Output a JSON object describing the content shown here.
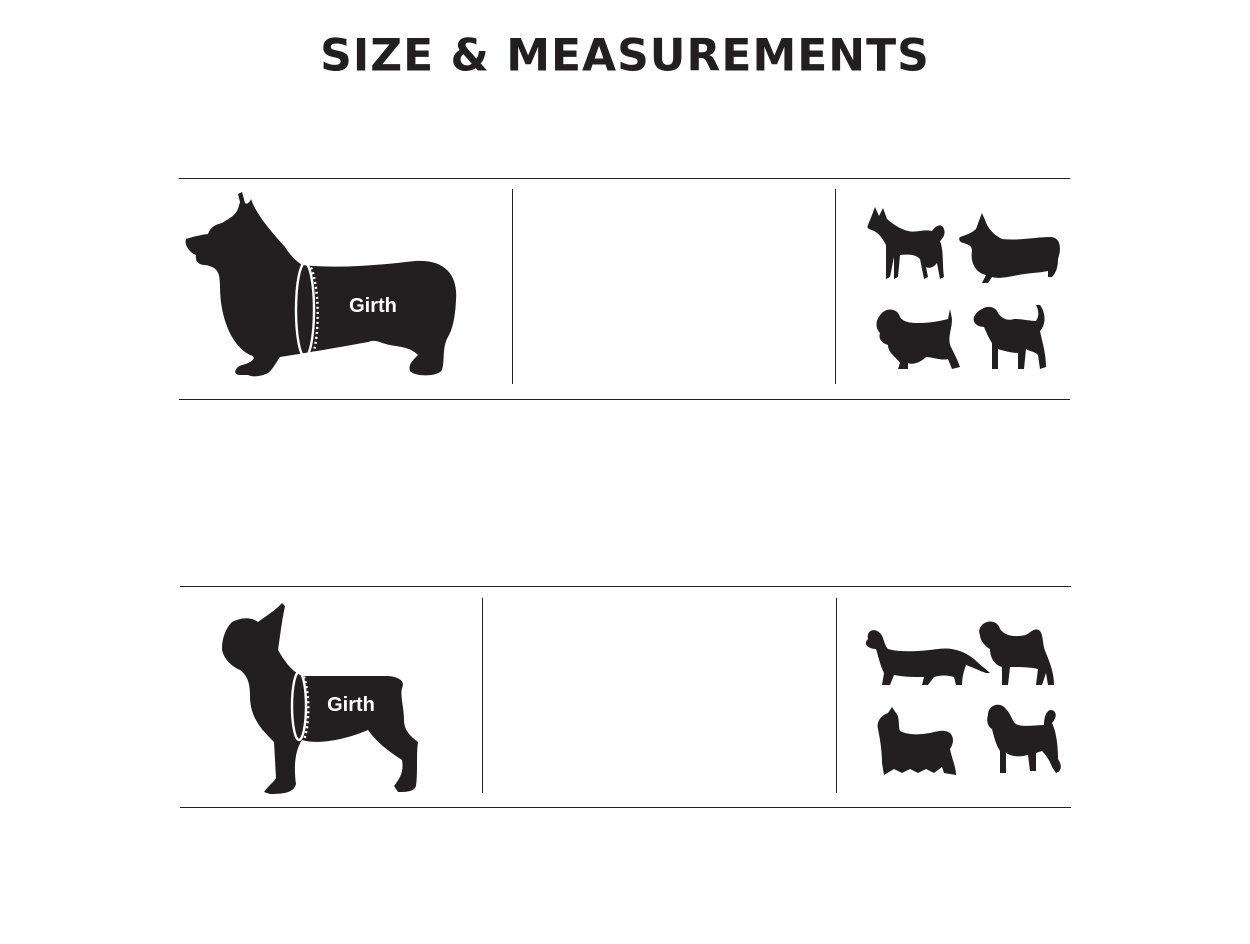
{
  "title": "SIZE & MEASUREMENTS",
  "colors": {
    "ink": "#231f20",
    "background": "#ffffff"
  },
  "rows": [
    {
      "main_dog": "corgi-silhouette",
      "measurement_label": "Girth",
      "example_breeds": [
        "husky-silhouette",
        "corgi-silhouette",
        "spaniel-silhouette",
        "beagle-silhouette"
      ]
    },
    {
      "main_dog": "french-bulldog-silhouette",
      "measurement_label": "Girth",
      "example_breeds": [
        "dachshund-silhouette",
        "pug-silhouette",
        "yorkie-silhouette",
        "poodle-silhouette"
      ]
    }
  ]
}
